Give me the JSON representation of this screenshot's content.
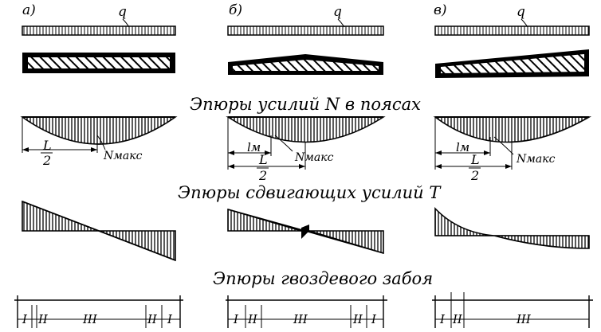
{
  "panels": [
    {
      "id": "a",
      "label": "а)",
      "load": "q",
      "n_label": "Nмакс",
      "dim_top": "",
      "dim_num": "L",
      "dim_den": "2",
      "zones": [
        "I",
        "II",
        "III",
        "II",
        "I"
      ]
    },
    {
      "id": "b",
      "label": "б)",
      "load": "q",
      "n_label": "Nмакс",
      "dim_top": "lм",
      "dim_num": "L",
      "dim_den": "2",
      "zones": [
        "I",
        "II",
        "III",
        "II",
        "I"
      ]
    },
    {
      "id": "v",
      "label": "в)",
      "load": "q",
      "n_label": "Nмакс",
      "dim_top": "lм",
      "dim_num": "L",
      "dim_den": "2",
      "zones": [
        "I",
        "II",
        "III"
      ]
    }
  ],
  "captions": {
    "n_forces": "Эпюры усилий  N в поясах",
    "shear": "Эпюры сдвигающих усилий T",
    "nail": "Эпюры гвоздевого забоя"
  }
}
